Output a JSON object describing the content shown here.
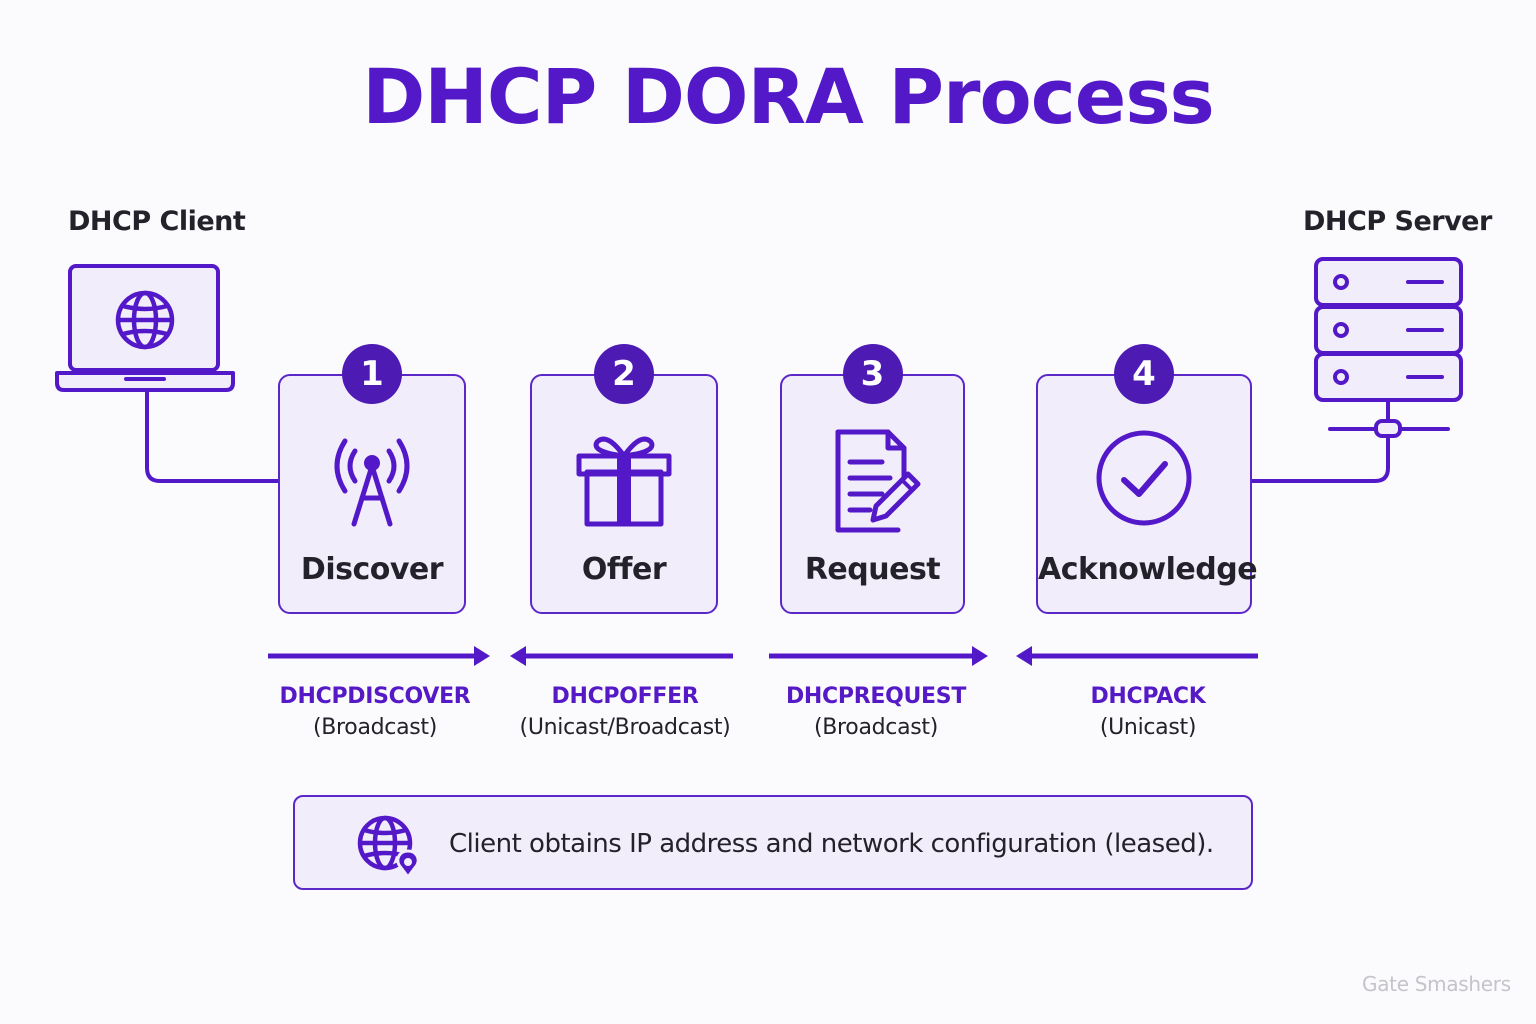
{
  "title": "DHCP DORA Process",
  "client": {
    "label": "DHCP Client",
    "icon": "laptop-globe-icon"
  },
  "server": {
    "label": "DHCP Server",
    "icon": "server-rack-icon"
  },
  "steps": [
    {
      "number": "1",
      "label": "Discover",
      "icon": "antenna-tower-icon",
      "message": "DHCPDISCOVER",
      "delivery": "(Broadcast)",
      "direction": "client-to-server"
    },
    {
      "number": "2",
      "label": "Offer",
      "icon": "gift-box-icon",
      "message": "DHCPOFFER",
      "delivery": "(Unicast/Broadcast)",
      "direction": "server-to-client"
    },
    {
      "number": "3",
      "label": "Request",
      "icon": "document-pencil-icon",
      "message": "DHCPREQUEST",
      "delivery": "(Broadcast)",
      "direction": "client-to-server"
    },
    {
      "number": "4",
      "label": "Acknowledge",
      "icon": "check-circle-icon",
      "message": "DHCPACK",
      "delivery": "(Unicast)",
      "direction": "server-to-client"
    }
  ],
  "result": {
    "text": "Client obtains IP address and network configuration (leased).",
    "icon": "globe-location-icon"
  },
  "watermark": "Gate Smashers",
  "colors": {
    "accent": "#5319c9",
    "card_fill": "#f2edfb",
    "text": "#23222b"
  }
}
